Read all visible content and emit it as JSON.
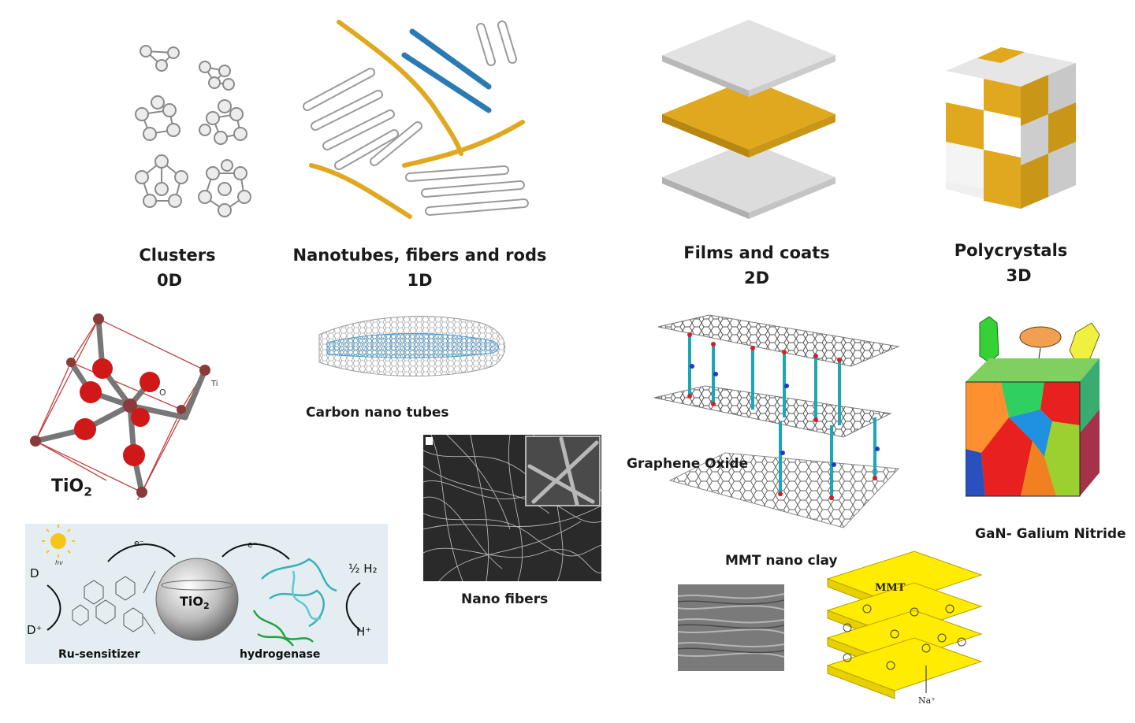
{
  "categories": [
    {
      "name": "Clusters",
      "dim": "0D"
    },
    {
      "name": "Nanotubes, fibers and rods",
      "dim": "1D"
    },
    {
      "name": "Films and coats",
      "dim": "2D"
    },
    {
      "name": "Polycrystals",
      "dim": "3D"
    }
  ],
  "examples": {
    "tio2": {
      "main": "TiO",
      "sub": "2",
      "atom_o": "O",
      "atom_ti": "Ti"
    },
    "cnt": "Carbon nano tubes",
    "nanofibers": "Nano fibers",
    "graphene": "Graphene Oxide",
    "gan": "GaN- Galium Nitride",
    "mmt": "MMT nano clay",
    "mmt_box": "MMT",
    "mmt_ion": "Na⁺"
  },
  "scheme": {
    "donor": "D",
    "donor_ox": "D⁺",
    "hv": "hv",
    "electron": "e⁻",
    "ru": "Ru-sensitizer",
    "tio2_main": "TiO",
    "tio2_sub": "2",
    "enzyme": "hydrogenase",
    "h2": "½ H₂",
    "hplus": "H⁺"
  },
  "colors": {
    "gold": "#e0a81e",
    "blue": "#2a7bb3",
    "gray": "#d8d8d8",
    "red": "#c81414"
  }
}
